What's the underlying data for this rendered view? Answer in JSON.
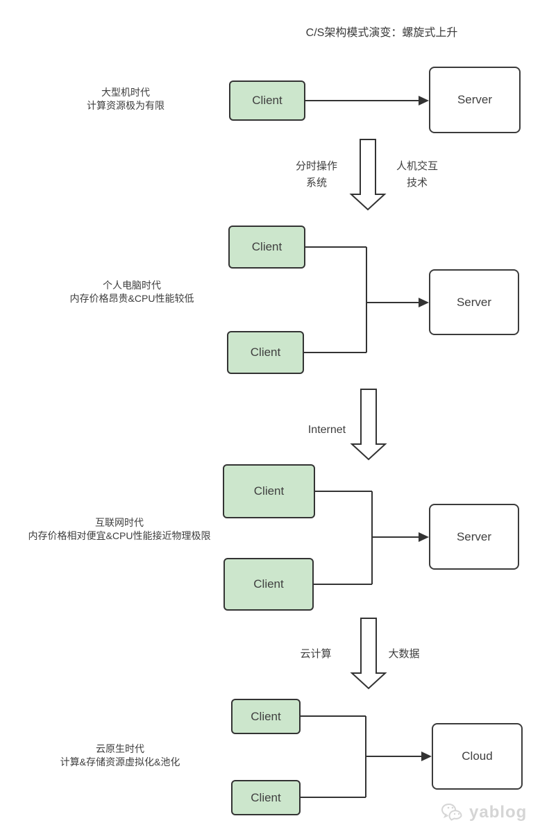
{
  "title": "C/S架构模式演变：螺旋式上升",
  "colors": {
    "client_fill": "#cce6cc",
    "line": "#333333",
    "text": "#3d3d3d",
    "watermark": "#d5d5d5"
  },
  "stages": [
    {
      "era": "大型机时代",
      "desc": "计算资源极为有限",
      "client1": "Client",
      "server": "Server"
    },
    {
      "era": "个人电脑时代",
      "desc": "内存价格昂贵&CPU性能较低",
      "client1": "Client",
      "client2": "Client",
      "server": "Server"
    },
    {
      "era": "互联网时代",
      "desc": "内存价格相对便宜&CPU性能接近物理极限",
      "client1": "Client",
      "client2": "Client",
      "server": "Server"
    },
    {
      "era": "云原生时代",
      "desc": "计算&存储资源虚拟化&池化",
      "client1": "Client",
      "client2": "Client",
      "server": "Cloud"
    }
  ],
  "transitions": [
    {
      "left_line1": "分时操作",
      "left_line2": "系统",
      "right_line1": "人机交互",
      "right_line2": "技术"
    },
    {
      "left_line1": "Internet"
    },
    {
      "left_line1": "云计算",
      "right_line1": "大数据"
    }
  ],
  "watermark": {
    "text": "yablog"
  }
}
